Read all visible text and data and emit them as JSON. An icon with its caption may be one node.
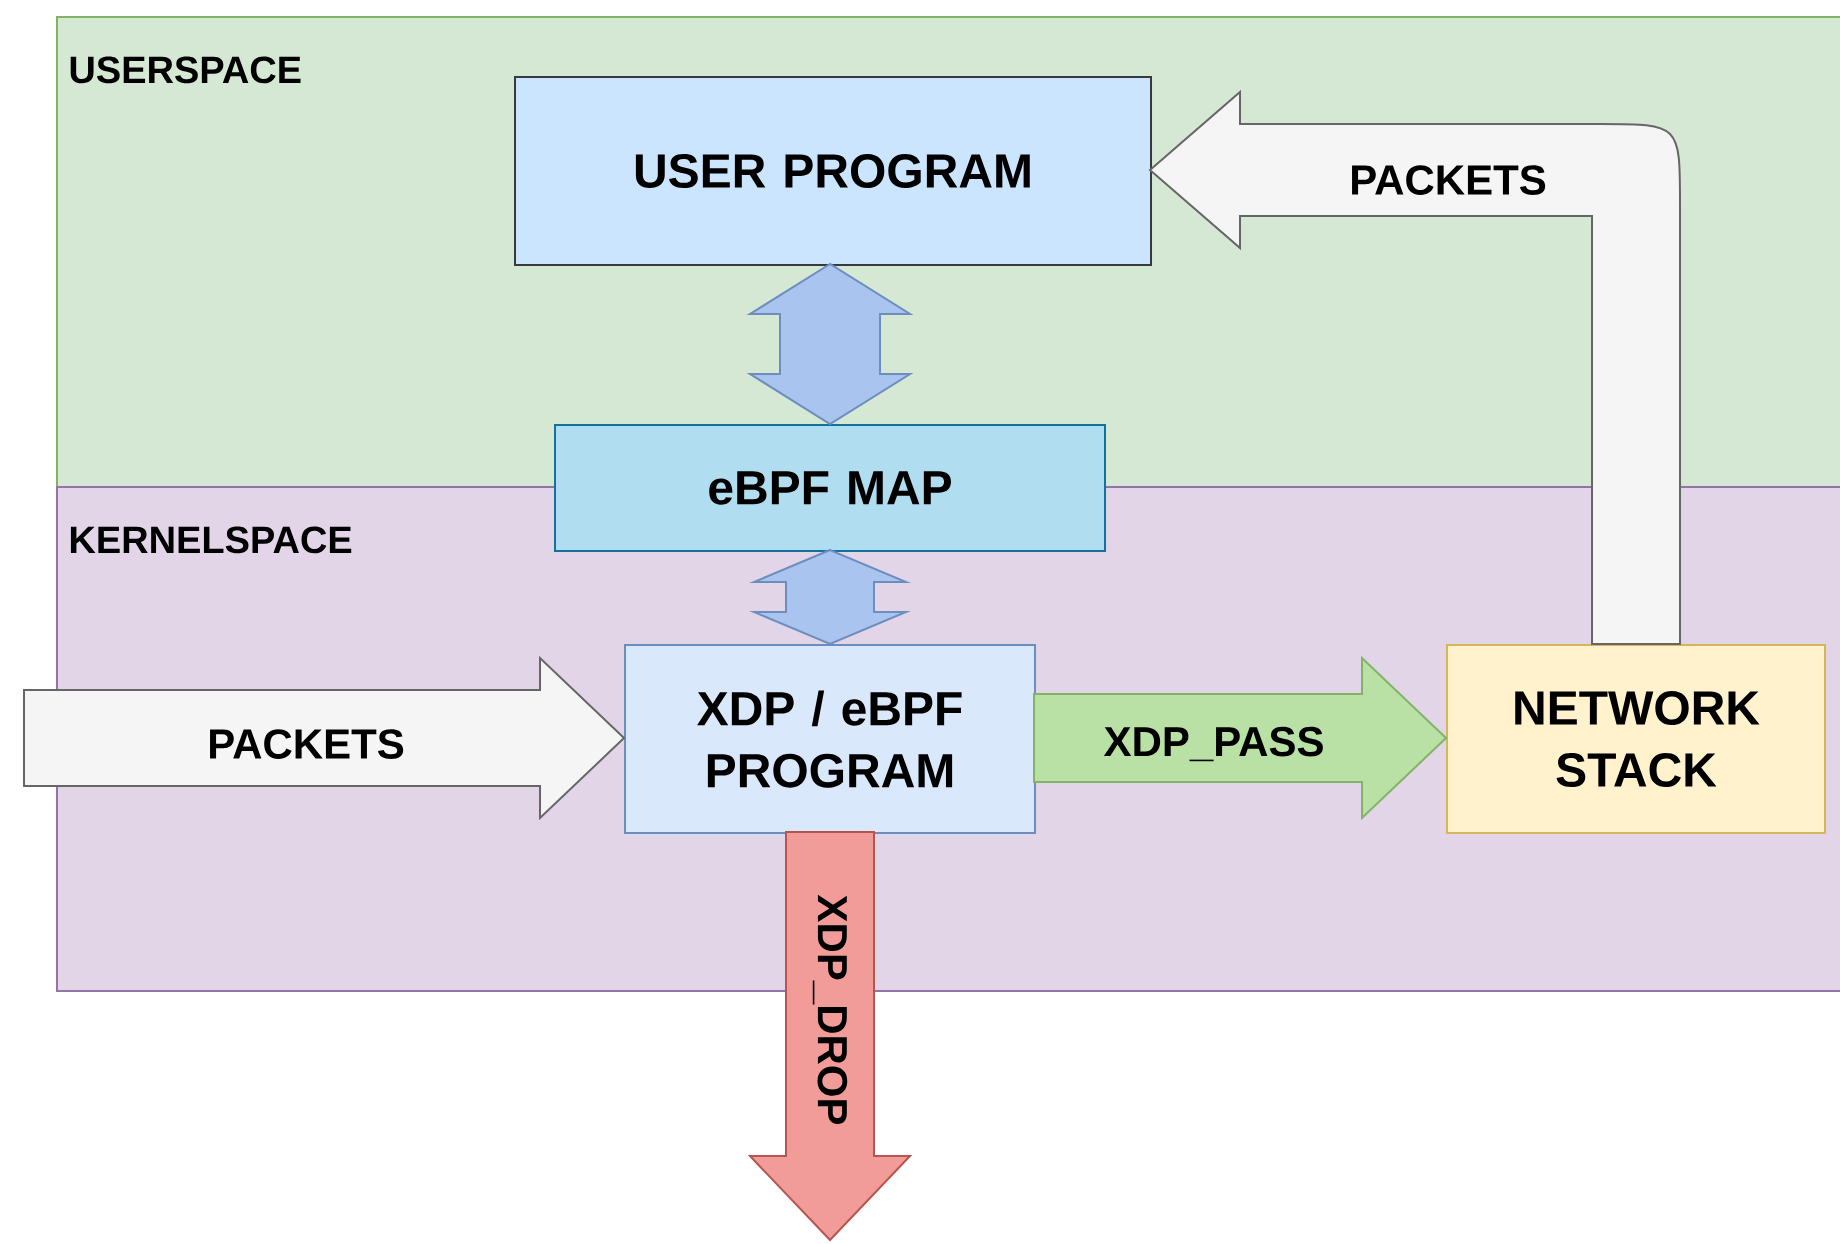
{
  "diagram": {
    "nodes": [
      {
        "text": [
          "USERSPACE"
        ]
      },
      {
        "text": [
          "USER PROGRAM"
        ],
        "in": 0
      },
      {
        "text": [
          "eBPF MAP"
        ]
      },
      {
        "text": [
          "KERNELSPACE"
        ]
      },
      {
        "text": [
          "XDP / eBPF PROGRAM"
        ],
        "in": 3
      },
      {
        "text": [
          "NETWORK STACK"
        ],
        "in": 3
      }
    ],
    "edges": [
      {
        "from": 1,
        "to": 2,
        "arrow": "both",
        "color": "#6c8ebf"
      },
      {
        "from": 2,
        "to": 4,
        "arrow": "both",
        "color": "#6c8ebf"
      },
      {
        "from": null,
        "to": 4,
        "arrow": "to",
        "label": "PACKETS",
        "color": "#666666"
      },
      {
        "from": 4,
        "to": 5,
        "arrow": "to",
        "label": "XDP_PASS",
        "color": "#82b366"
      },
      {
        "from": 5,
        "to": 1,
        "arrow": "to",
        "label": "PACKETS",
        "color": "#666666"
      },
      {
        "from": 4,
        "to": null,
        "arrow": "to",
        "label": "XDP_DROP",
        "color": "#b85450"
      }
    ]
  }
}
